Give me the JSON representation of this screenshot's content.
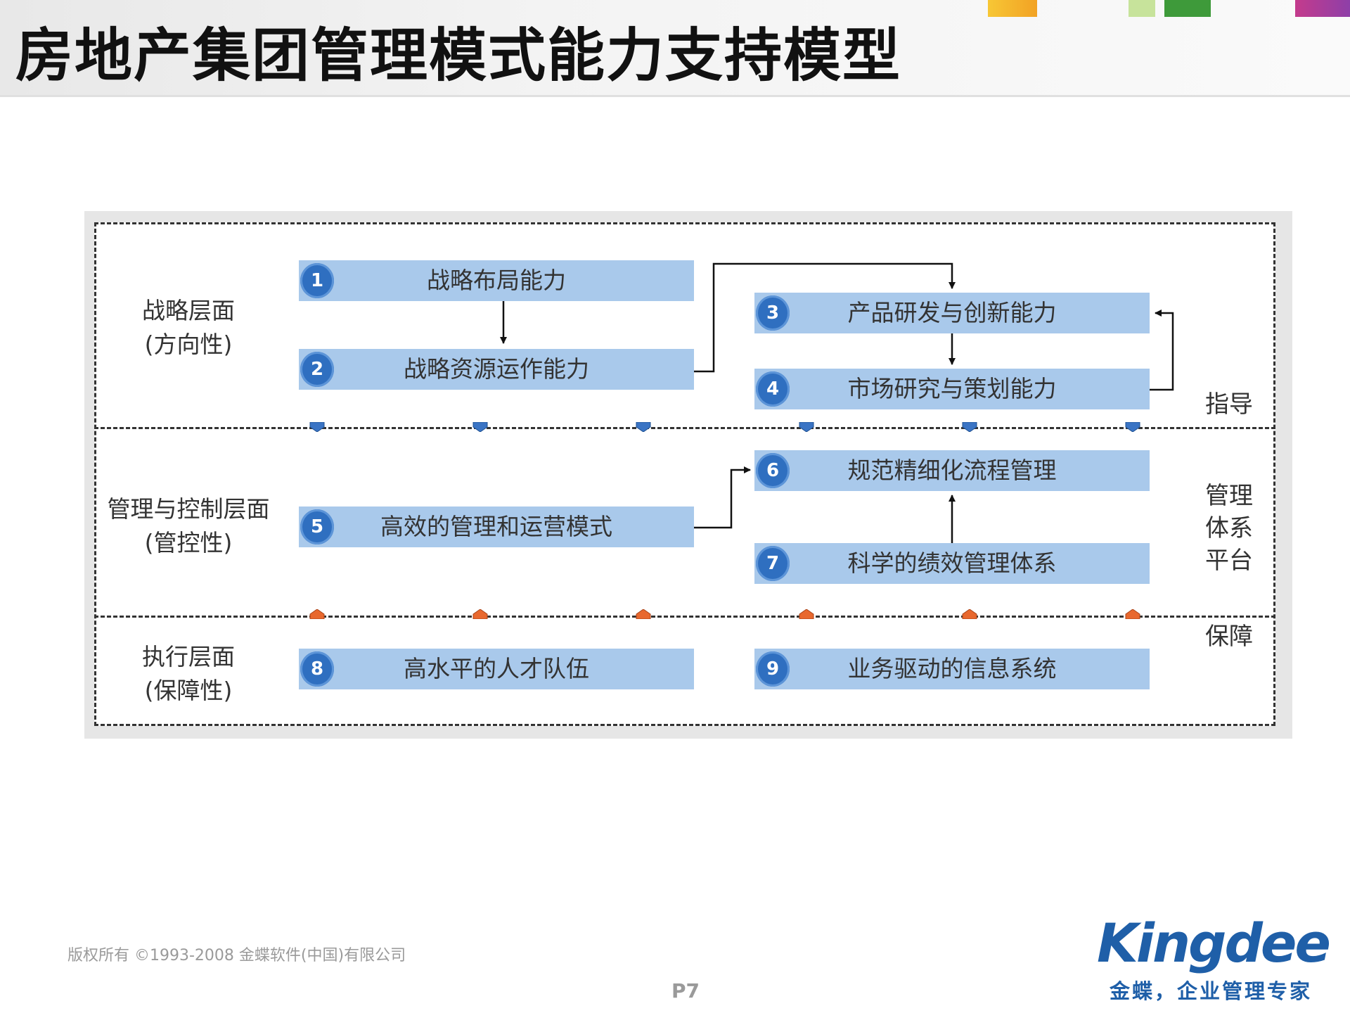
{
  "title": "房地产集团管理模式能力支持模型",
  "colors": {
    "box_fill": "#a9c9eb",
    "badge": "#2f6fc0",
    "arrow_down_marker": "#3a74c4",
    "arrow_up_marker": "#e8682e",
    "brand": "#1f5fa8",
    "deco_orange": "#f2a224",
    "deco_lightgreen": "#c7e39b",
    "deco_green": "#3e9a3a",
    "deco_magenta": "#c43b8c"
  },
  "layers": [
    {
      "line1": "战略层面",
      "line2": "(方向性)"
    },
    {
      "line1": "管理与控制层面",
      "line2": "(管控性)"
    },
    {
      "line1": "执行层面",
      "line2": "(保障性)"
    }
  ],
  "side_labels": {
    "guide": "指导",
    "platform": [
      "管理",
      "体系",
      "平台"
    ],
    "support": "保障"
  },
  "boxes": [
    {
      "num": "1",
      "label": "战略布局能力"
    },
    {
      "num": "2",
      "label": "战略资源运作能力"
    },
    {
      "num": "3",
      "label": "产品研发与创新能力"
    },
    {
      "num": "4",
      "label": "市场研究与策划能力"
    },
    {
      "num": "5",
      "label": "高效的管理和运营模式"
    },
    {
      "num": "6",
      "label": "规范精细化流程管理"
    },
    {
      "num": "7",
      "label": "科学的绩效管理体系"
    },
    {
      "num": "8",
      "label": "高水平的人才队伍"
    },
    {
      "num": "9",
      "label": "业务驱动的信息系统"
    }
  ],
  "footer": {
    "copyright": "版权所有 ©1993-2008 金蝶软件(中国)有限公司",
    "page": "P7",
    "logo": "Kingdee",
    "slogan": "金蝶，企业管理专家"
  },
  "icons": [
    "arrow-connector-icon",
    "down-chevron-icon",
    "up-chevron-icon"
  ]
}
